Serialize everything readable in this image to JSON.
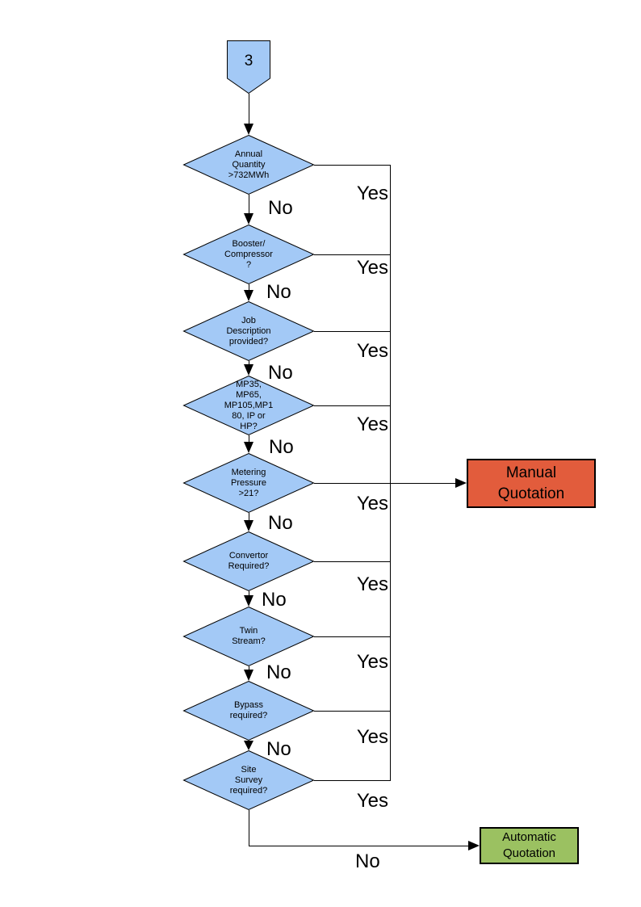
{
  "palette": {
    "decision_fill": "#A3C9F6",
    "manual_fill": "#E25C3C",
    "auto_fill": "#9BC161",
    "stroke": "#000000",
    "background": "#FFFFFF"
  },
  "offpage_connector": {
    "label": "3"
  },
  "decisions": [
    {
      "id": "annual-quantity",
      "label": "Annual\nQuantity\n>732MWh"
    },
    {
      "id": "booster-compressor",
      "label": "Booster/\nCompressor\n?"
    },
    {
      "id": "job-description",
      "label": "Job\nDescription\nprovided?"
    },
    {
      "id": "meter-type",
      "label": "MP35,\nMP65,\nMP105,MP1\n80, IP or\nHP?"
    },
    {
      "id": "metering-pressure",
      "label": "Metering\nPressure\n>21?"
    },
    {
      "id": "convertor-required",
      "label": "Convertor\nRequired?"
    },
    {
      "id": "twin-stream",
      "label": "Twin\nStream?"
    },
    {
      "id": "bypass-required",
      "label": "Bypass\nrequired?"
    },
    {
      "id": "site-survey",
      "label": "Site\nSurvey\nrequired?"
    }
  ],
  "branch_labels": {
    "yes": "Yes",
    "no": "No"
  },
  "outcomes": {
    "manual": {
      "label": "Manual\nQuotation"
    },
    "automatic": {
      "label": "Automatic\nQuotation"
    }
  }
}
